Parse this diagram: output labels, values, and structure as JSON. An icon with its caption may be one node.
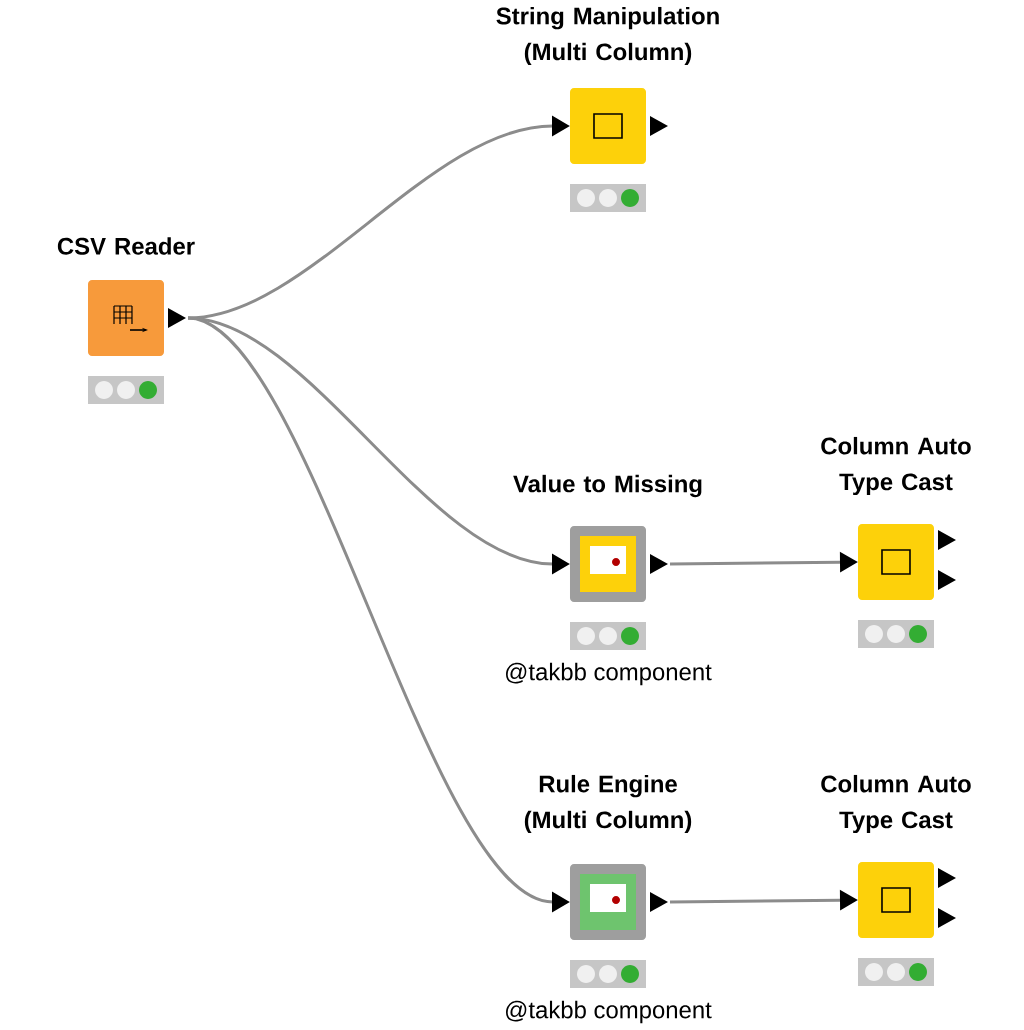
{
  "diagram": {
    "nodes": [
      {
        "text": [
          "CSV Reader"
        ]
      },
      {
        "text": [
          "String Manipulation (Multi Column)"
        ]
      },
      {
        "text": [
          "Value to Missing"
        ],
        "beside": [
          "@takbb component"
        ]
      },
      {
        "text": [
          "Column Auto Type Cast"
        ]
      },
      {
        "text": [
          "Rule Engine (Multi Column)"
        ],
        "beside": [
          "@takbb component"
        ]
      },
      {
        "text": [
          "Column Auto Type Cast"
        ]
      }
    ],
    "edges": [
      {
        "from": 0,
        "to": 1,
        "arrow": "to"
      },
      {
        "from": 0,
        "to": 2,
        "arrow": "to"
      },
      {
        "from": 0,
        "to": 4,
        "arrow": "to"
      },
      {
        "from": 2,
        "to": 3,
        "arrow": "to"
      },
      {
        "from": 4,
        "to": 5,
        "arrow": "to"
      }
    ]
  }
}
